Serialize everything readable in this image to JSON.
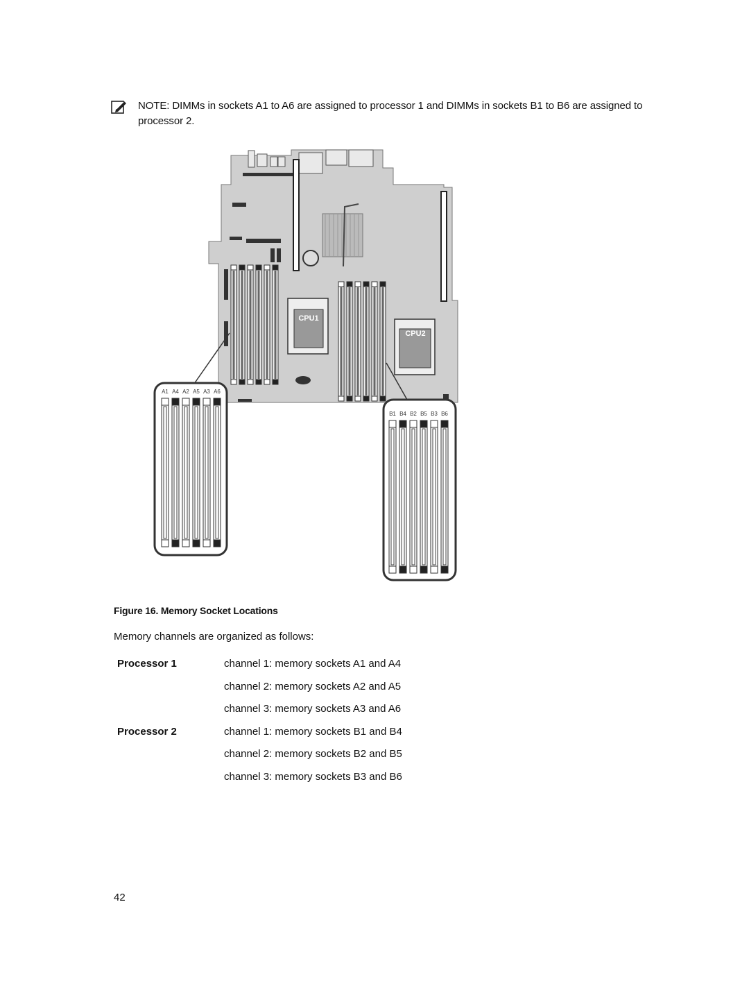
{
  "note": {
    "icon": "pencil-note-icon",
    "label": "NOTE:",
    "text": "DIMMs in sockets A1 to A6 are assigned to processor 1 and DIMMs in sockets B1 to B6 are assigned to processor 2."
  },
  "figure": {
    "cpu1_label": "CPU1",
    "cpu2_label": "CPU2",
    "a_sockets": [
      "A1",
      "A4",
      "A2",
      "A5",
      "A3",
      "A6"
    ],
    "b_sockets": [
      "B1",
      "B4",
      "B2",
      "B5",
      "B3",
      "B6"
    ],
    "caption": "Figure 16. Memory Socket Locations"
  },
  "intro": "Memory channels are organized as follows:",
  "processors": [
    {
      "label": "Processor 1",
      "channels": [
        "channel 1: memory sockets A1 and A4",
        "channel 2: memory sockets A2 and A5",
        "channel 3: memory sockets A3 and A6"
      ]
    },
    {
      "label": "Processor 2",
      "channels": [
        "channel 1: memory sockets B1 and B4",
        "channel 2: memory sockets B2 and B5",
        "channel 3: memory sockets B3 and B6"
      ]
    }
  ],
  "page_number": "42"
}
